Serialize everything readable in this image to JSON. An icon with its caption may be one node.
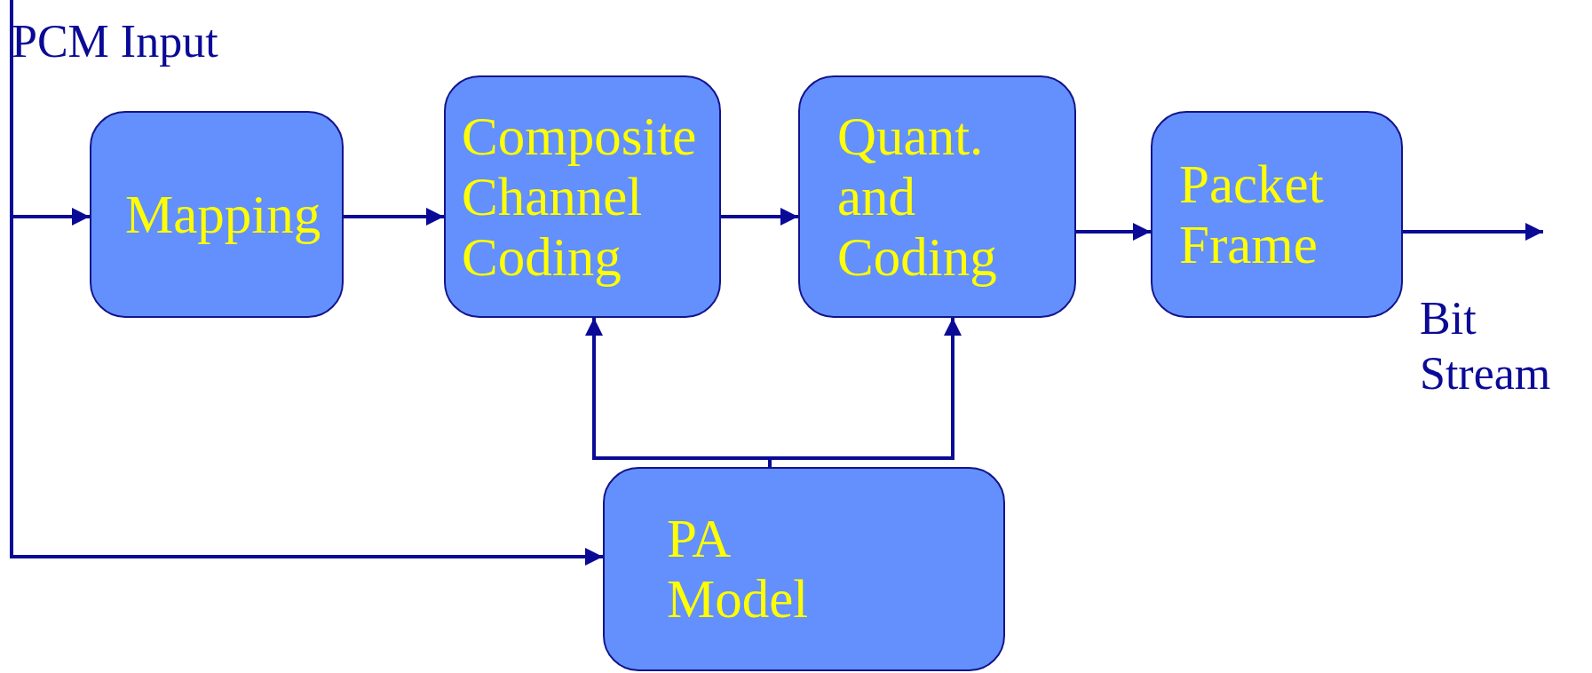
{
  "diagram": {
    "nodes": [
      {
        "text": [
          "PCM Input"
        ]
      },
      {
        "text": [
          "Mapping"
        ]
      },
      {
        "text": [
          "Composite Channel Coding"
        ]
      },
      {
        "text": [
          "Quant. and Coding"
        ]
      },
      {
        "text": [
          "Packet Frame"
        ]
      },
      {
        "text": [
          "PA Model"
        ]
      }
    ],
    "edges": [
      {
        "from": 0,
        "to": 1,
        "arrow": "to"
      },
      {
        "from": 0,
        "to": 5,
        "arrow": "to"
      },
      {
        "from": 1,
        "to": 2,
        "arrow": "to"
      },
      {
        "from": 2,
        "to": 3,
        "arrow": "to"
      },
      {
        "from": 3,
        "to": 4,
        "arrow": "to"
      },
      {
        "from": 4,
        "to": null,
        "arrow": "to"
      },
      {
        "from": 5,
        "to": 2,
        "arrow": "to"
      },
      {
        "from": 5,
        "to": 3,
        "arrow": "to"
      }
    ],
    "labels": [
      "Bit Stream"
    ]
  }
}
